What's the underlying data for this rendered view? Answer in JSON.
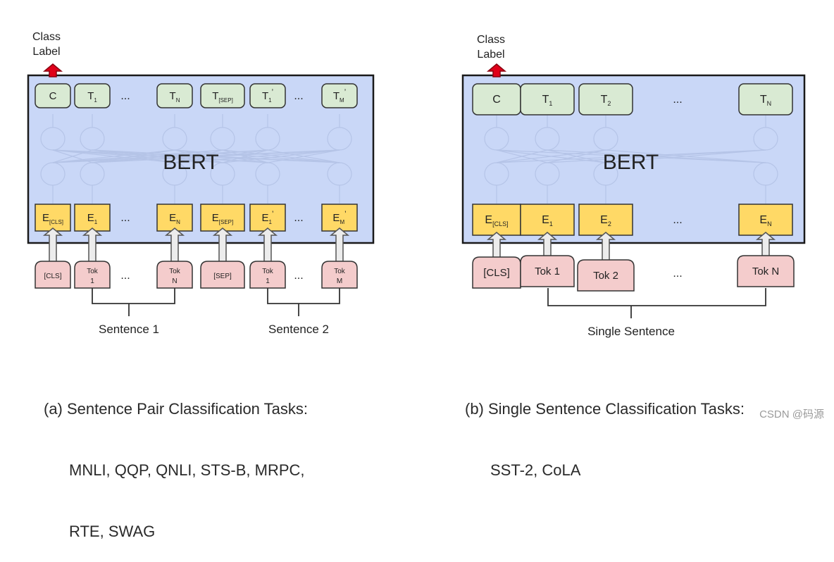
{
  "panel_a": {
    "class_label": [
      "Class",
      "Label"
    ],
    "model_label": "BERT",
    "outputs": [
      {
        "main": "C",
        "sub": "",
        "sup": ""
      },
      {
        "main": "T",
        "sub": "1",
        "sup": ""
      },
      {
        "main": "T",
        "sub": "N",
        "sup": ""
      },
      {
        "main": "T",
        "sub": "[SEP]",
        "sup": ""
      },
      {
        "main": "T",
        "sub": "1",
        "sup": "’"
      },
      {
        "main": "T",
        "sub": "M",
        "sup": "’"
      }
    ],
    "embeddings": [
      {
        "main": "E",
        "sub": "[CLS]",
        "sup": ""
      },
      {
        "main": "E",
        "sub": "1",
        "sup": ""
      },
      {
        "main": "E",
        "sub": "N",
        "sup": ""
      },
      {
        "main": "E",
        "sub": "[SEP]",
        "sup": ""
      },
      {
        "main": "E",
        "sub": "1",
        "sup": "’"
      },
      {
        "main": "E",
        "sub": "M",
        "sup": "’"
      }
    ],
    "tokens": [
      [
        "[CLS]"
      ],
      [
        "Tok",
        "1"
      ],
      [
        "Tok",
        "N"
      ],
      [
        "[SEP]"
      ],
      [
        "Tok",
        "1"
      ],
      [
        "Tok",
        "M"
      ]
    ],
    "ellipsis": "...",
    "sentence_labels": [
      "Sentence 1",
      "Sentence 2"
    ],
    "caption": [
      "(a) Sentence Pair Classification Tasks:",
      "MNLI, QQP, QNLI, STS-B, MRPC,",
      "RTE, SWAG"
    ]
  },
  "panel_b": {
    "class_label": [
      "Class",
      "Label"
    ],
    "model_label": "BERT",
    "outputs": [
      {
        "main": "C",
        "sub": "",
        "sup": ""
      },
      {
        "main": "T",
        "sub": "1",
        "sup": ""
      },
      {
        "main": "T",
        "sub": "2",
        "sup": ""
      },
      {
        "main": "T",
        "sub": "N",
        "sup": ""
      }
    ],
    "embeddings": [
      {
        "main": "E",
        "sub": "[CLS]",
        "sup": ""
      },
      {
        "main": "E",
        "sub": "1",
        "sup": ""
      },
      {
        "main": "E",
        "sub": "2",
        "sup": ""
      },
      {
        "main": "E",
        "sub": "N",
        "sup": ""
      }
    ],
    "tokens": [
      [
        "[CLS]"
      ],
      [
        "Tok 1"
      ],
      [
        "Tok 2"
      ],
      [
        "Tok N"
      ]
    ],
    "ellipsis": "...",
    "sentence_labels": [
      "Single Sentence"
    ],
    "caption": [
      "(b) Single Sentence Classification Tasks:",
      "SST-2, CoLA"
    ]
  },
  "watermark": "CSDN @码源",
  "colors": {
    "bert_fill": "#c9d7f7",
    "output_fill": "#d9ead3",
    "embedding_fill": "#ffd966",
    "token_fill": "#f4cccc",
    "arrow_red": "#e0001a"
  }
}
